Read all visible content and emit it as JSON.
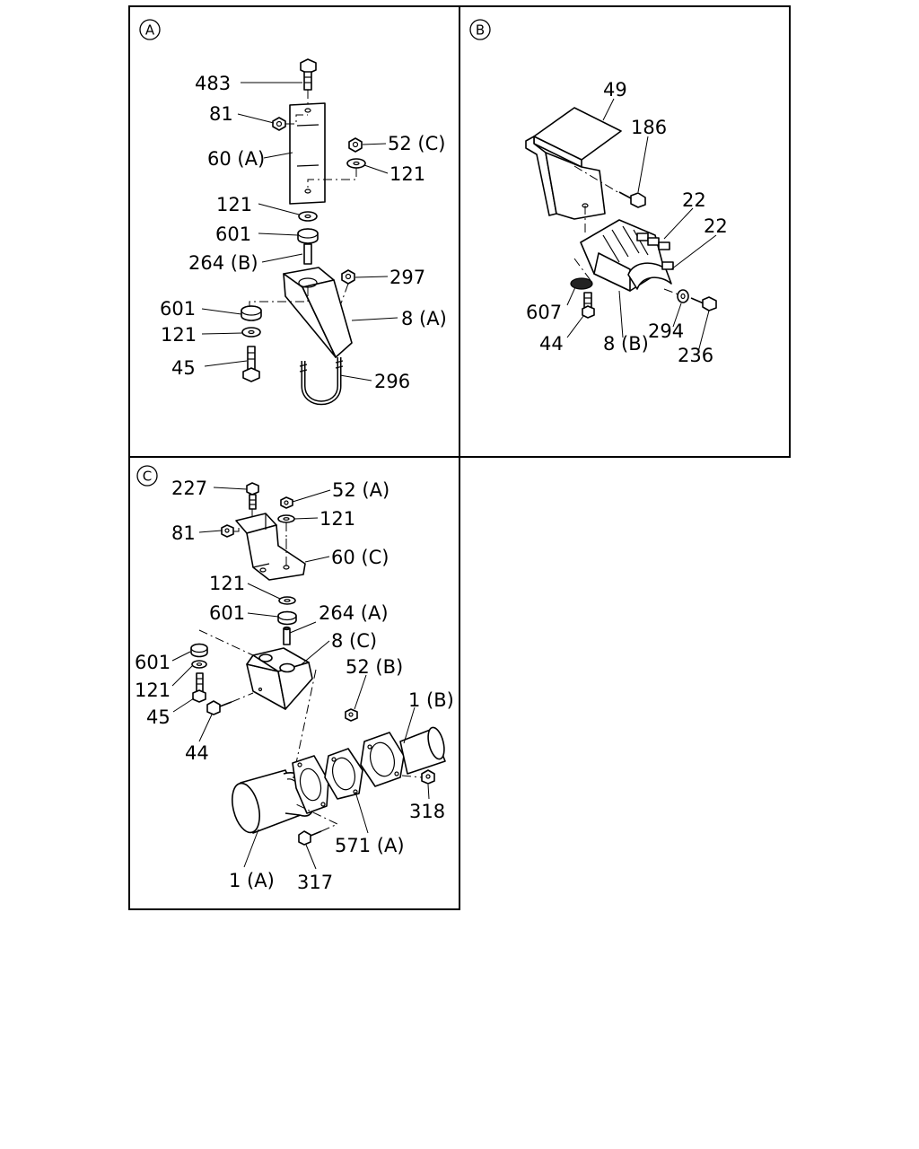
{
  "panels": {
    "a": {
      "marker": "A",
      "labels": {
        "l483": "483",
        "l81": "81",
        "l60a": "60 (A)",
        "l52c": "52 (C)",
        "l121_right": "121",
        "l121_mid": "121",
        "l601_mid": "601",
        "l264b": "264 (B)",
        "l297": "297",
        "l601_left": "601",
        "l121_left": "121",
        "l8a": "8 (A)",
        "l45": "45",
        "l296": "296"
      }
    },
    "b": {
      "marker": "B",
      "labels": {
        "l49": "49",
        "l186": "186",
        "l22_top": "22",
        "l22_right": "22",
        "l607": "607",
        "l44": "44",
        "l8b": "8 (B)",
        "l294": "294",
        "l236": "236"
      }
    },
    "c": {
      "marker": "C",
      "labels": {
        "l227": "227",
        "l52a": "52 (A)",
        "l121_top": "121",
        "l81": "81",
        "l60c": "60 (C)",
        "l121_mid": "121",
        "l601_mid": "601",
        "l264a": "264 (A)",
        "l8c": "8 (C)",
        "l52b": "52 (B)",
        "l1b": "1 (B)",
        "l601_left": "601",
        "l121_left": "121",
        "l45": "45",
        "l44": "44",
        "l318": "318",
        "l571a": "571 (A)",
        "l1a": "1 (A)",
        "l317": "317"
      }
    }
  }
}
